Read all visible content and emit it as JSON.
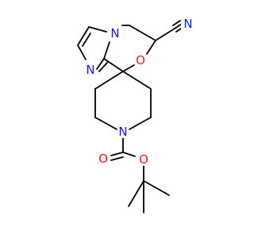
{
  "molecule": {
    "bond_color": "#000000",
    "nitrogen_color": "#1515ee",
    "oxygen_color": "#ee1c1c",
    "labels": {
      "nitrile_n": "N",
      "imidazole_n_ring": "N",
      "imidazole_n": "N",
      "ring_oxygen": "O",
      "piperidine_n": "N",
      "carbonyl_o": "O",
      "ester_o": "O"
    }
  }
}
